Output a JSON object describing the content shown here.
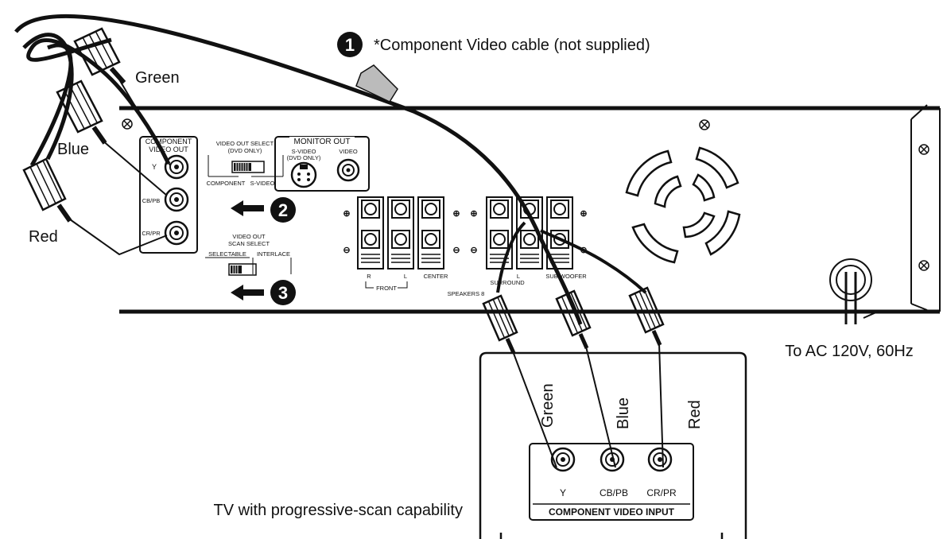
{
  "callouts": {
    "step1_number": "1",
    "step2_number": "2",
    "step3_number": "3",
    "cable_note": "*Component Video cable (not supplied)"
  },
  "cable_labels": {
    "green": "Green",
    "blue": "Blue",
    "red": "Red"
  },
  "player_panel": {
    "component_out_line1": "COMPONENT",
    "component_out_line2": "VIDEO OUT",
    "jack_y": "Y",
    "jack_cb_pb": "CB/PB",
    "jack_cr_pr": "CR/PR",
    "video_out_select_line1": "VIDEO OUT SELECT",
    "video_out_select_line2": "(DVD ONLY)",
    "switch_component": "COMPONENT",
    "switch_s_video": "S-VIDEO",
    "monitor_out": "MONITOR OUT",
    "s_video_line1": "S-VIDEO",
    "s_video_line2": "(DVD ONLY)",
    "video": "VIDEO",
    "scan_select_line1": "VIDEO OUT",
    "scan_select_line2": "SCAN SELECT",
    "switch_selectable": "SELECTABLE",
    "switch_interlace": "INTERLACE",
    "front_r": "R",
    "front_l": "L",
    "front": "FRONT",
    "center": "CENTER",
    "surround_l": "L",
    "surround": "SURROUND",
    "subwoofer": "SUB WOOFER",
    "speakers": "SPEAKERS 8"
  },
  "power_label": "To AC 120V, 60Hz",
  "tv": {
    "caption": "TV with progressive-scan capability",
    "jack_y": "Y",
    "jack_cb_pb": "CB/PB",
    "jack_cr_pr": "CR/PR",
    "input_label": "COMPONENT VIDEO INPUT"
  }
}
